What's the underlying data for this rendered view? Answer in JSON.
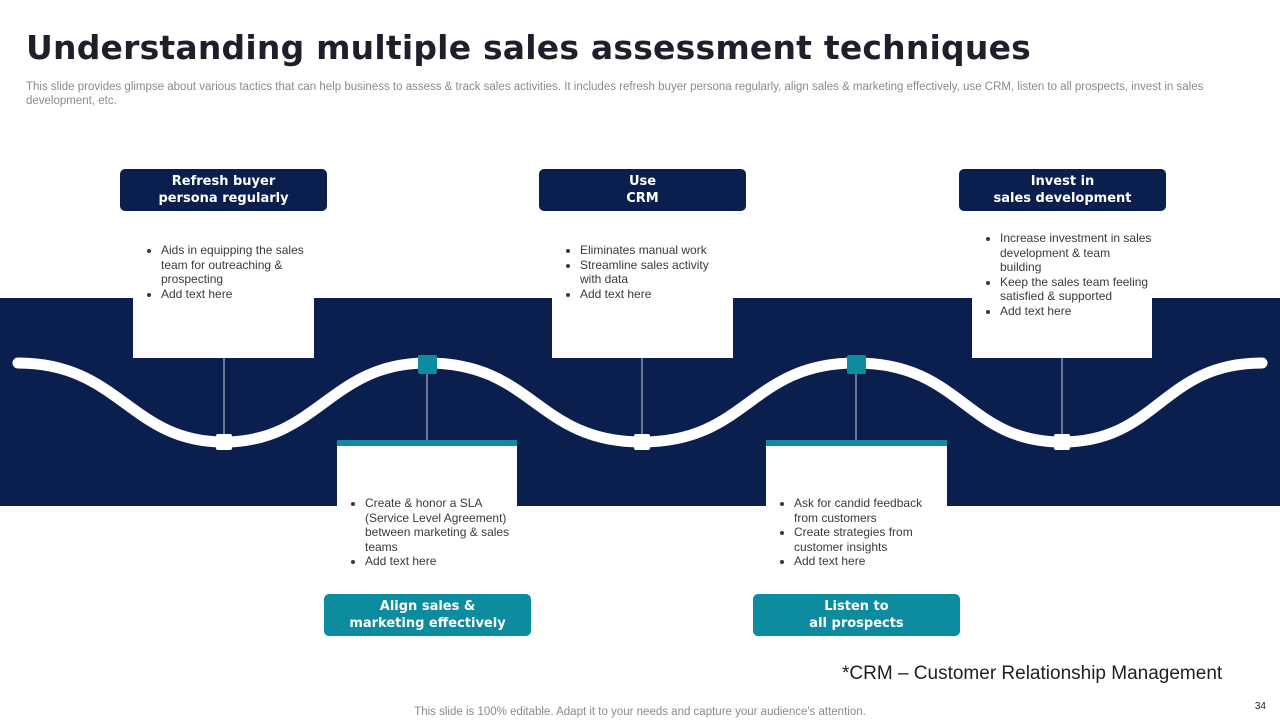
{
  "slide": {
    "title": "Understanding multiple sales assessment techniques",
    "subtitle": "This slide provides glimpse about various tactics that can help business to assess & track sales activities. It includes refresh buyer persona regularly, align sales & marketing effectively, use CRM, listen to all prospects, invest in sales development, etc.",
    "crm_note": "*CRM – Customer Relationship Management",
    "footer": "This slide is 100% editable. Adapt it to your needs and capture your audience's attention.",
    "page_number": "34"
  },
  "colors": {
    "navy": "#0b1f4f",
    "teal": "#0d8ca0",
    "white": "#ffffff"
  },
  "techniques": [
    {
      "label": "Refresh buyer\npersona regularly",
      "bullets": [
        "Aids in equipping the sales team for outreaching & prospecting",
        "Add text here"
      ]
    },
    {
      "label": "Align sales &\nmarketing effectively",
      "bullets": [
        "Create & honor a SLA (Service Level Agreement) between marketing & sales teams",
        "Add text here"
      ]
    },
    {
      "label": "Use\nCRM",
      "bullets": [
        "Eliminates manual work",
        "Streamline sales activity with data",
        "Add text here"
      ]
    },
    {
      "label": "Listen to\nall prospects",
      "bullets": [
        "Ask for candid feedback from customers",
        "Create strategies from customer insights",
        "Add text here"
      ]
    },
    {
      "label": "Invest in\nsales development",
      "bullets": [
        "Increase investment in sales development & team building",
        "Keep the sales team feeling satisfied & supported",
        "Add text here"
      ]
    }
  ]
}
